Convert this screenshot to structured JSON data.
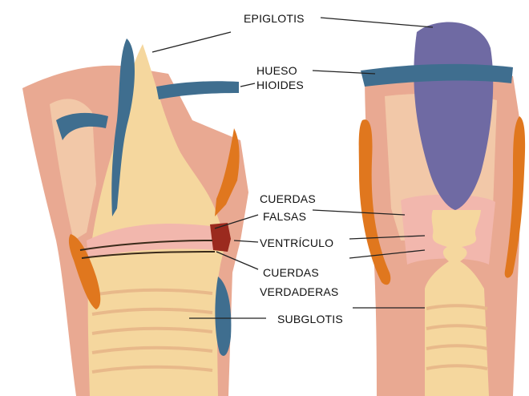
{
  "labels": {
    "epiglotis": "EPIGLOTIS",
    "hueso": "HUESO",
    "hioides": "HIOIDES",
    "cuerdas_falsas_1": "CUERDAS",
    "cuerdas_falsas_2": "FALSAS",
    "ventriculo": "VENTRÍCULO",
    "cuerdas_verdaderas_1": "CUERDAS",
    "cuerdas_verdaderas_2": "VERDADERAS",
    "subglotis": "SUBGLOTIS"
  },
  "colors": {
    "skin_outer": "#e9a992",
    "skin_inner": "#f2c8a8",
    "cartilage": "#f5d79e",
    "airway_pink": "#f2b7ad",
    "hyoid_blue": "#3f6e8f",
    "epiglottis_purple": "#6f6aa3",
    "arytenoid_orange": "#e0771e",
    "ventricle_red": "#9b2a1e",
    "leader_line": "#222222"
  }
}
